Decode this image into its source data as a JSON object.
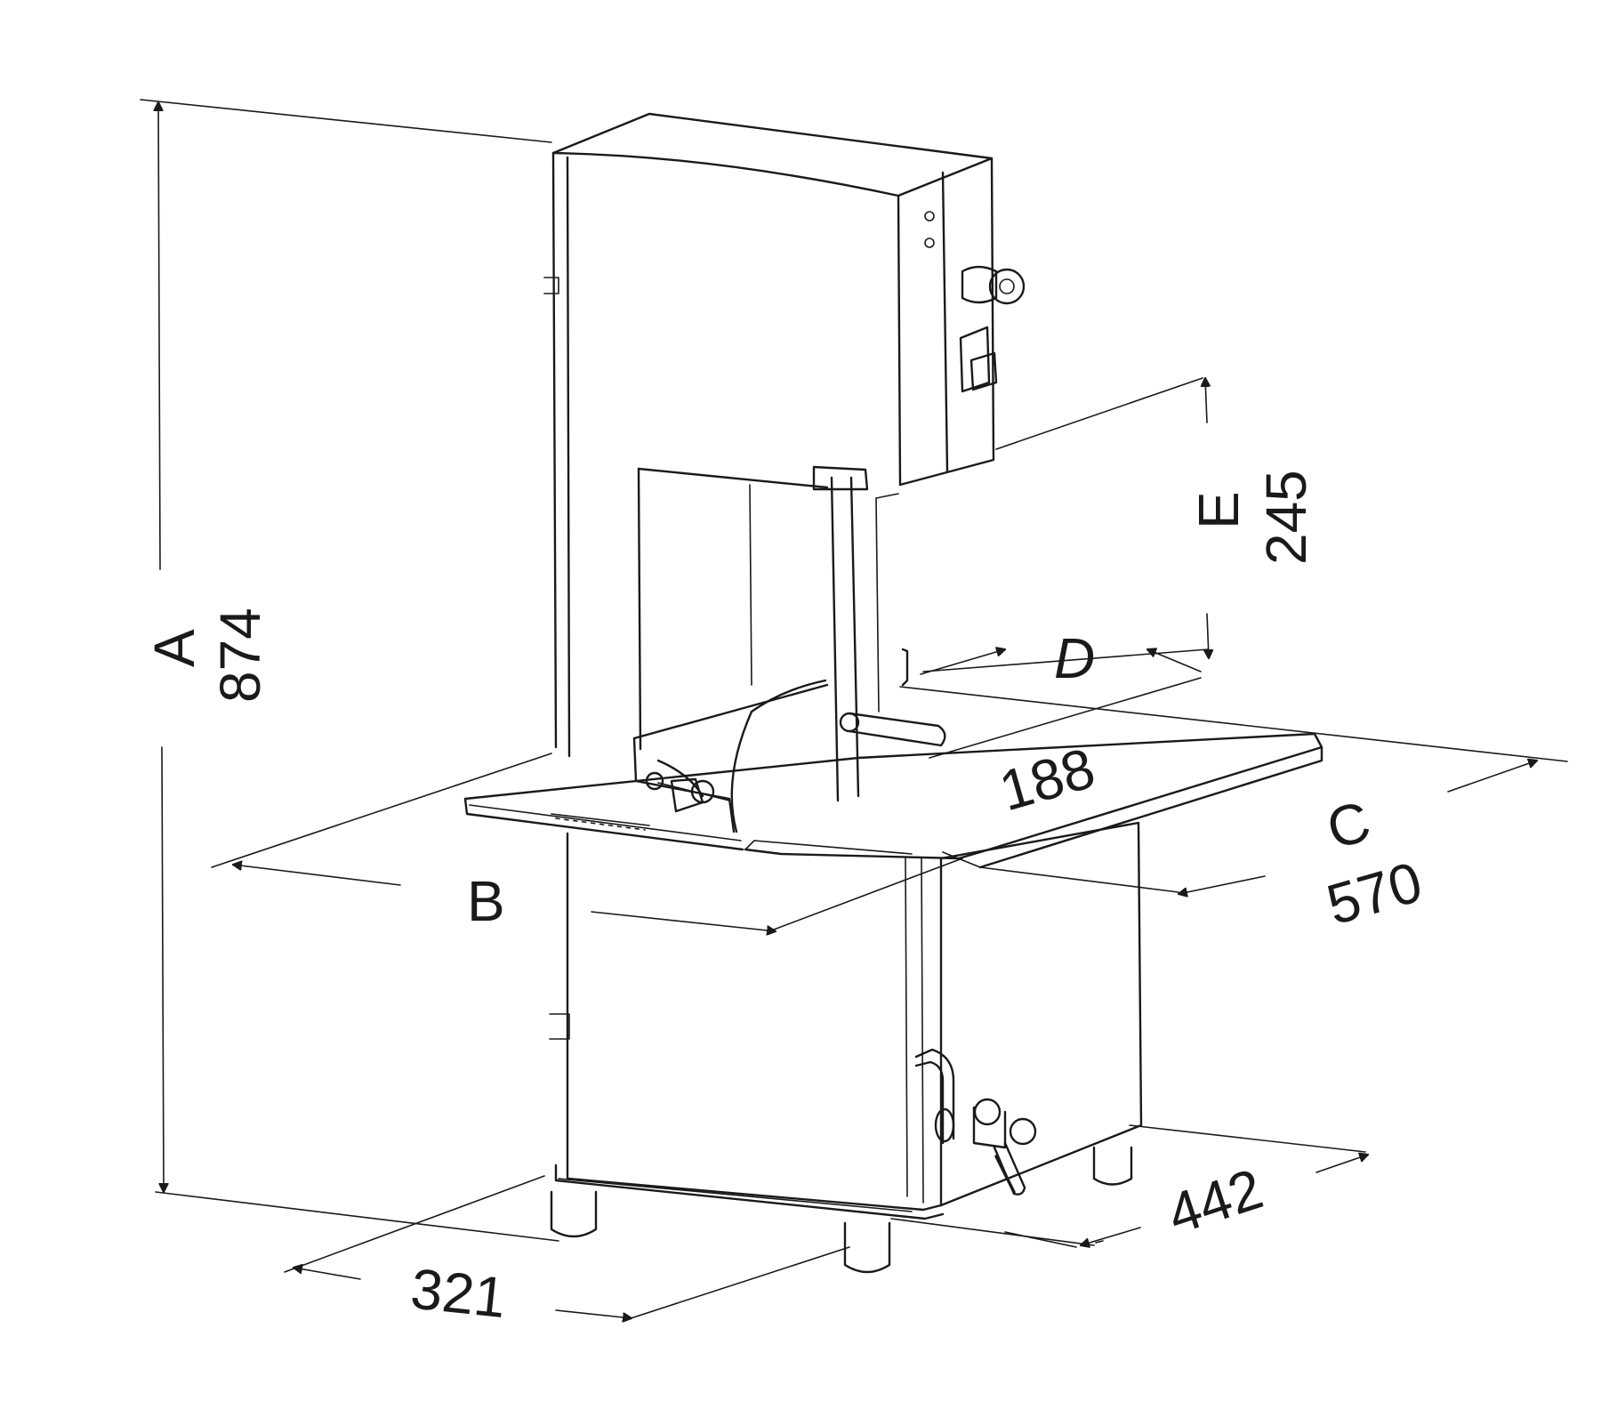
{
  "dimensions": {
    "A": {
      "letter": "A",
      "value": "874"
    },
    "B": {
      "letter": "B"
    },
    "C": {
      "letter": "C",
      "value": "570"
    },
    "D": {
      "letter": "D",
      "value": "188"
    },
    "E": {
      "letter": "E",
      "value": "245"
    },
    "base_depth": {
      "value": "321"
    },
    "base_width": {
      "value": "442"
    }
  },
  "colors": {
    "line": "#1a1a1a",
    "background": "#ffffff"
  }
}
